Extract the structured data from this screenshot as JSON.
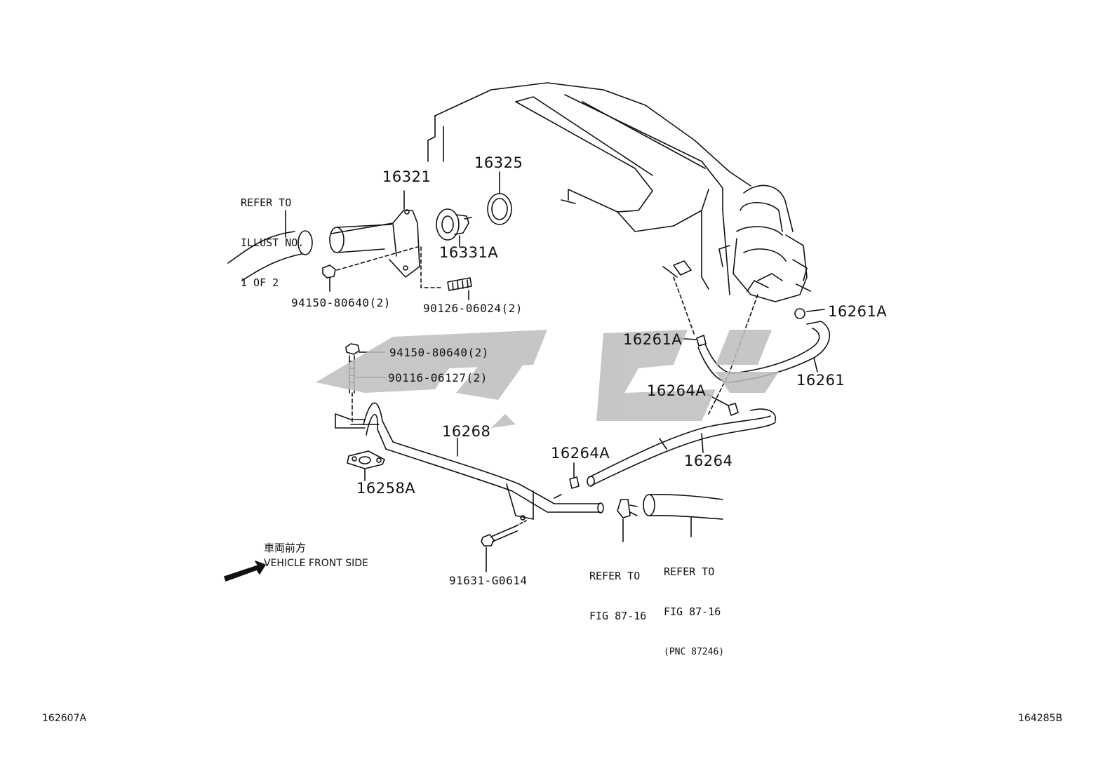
{
  "parts": {
    "p16321": "16321",
    "p16325": "16325",
    "p16331A": "16331A",
    "p94150_top": "94150-80640(2)",
    "p90126": "90126-06024(2)",
    "p16261A_right": "16261A",
    "p16261A_left": "16261A",
    "p16261": "16261",
    "p94150_mid": "94150-80640(2)",
    "p90116": "90116-06127(2)",
    "p16264A_upper": "16264A",
    "p16268": "16268",
    "p16264": "16264",
    "p16264A_lower": "16264A",
    "p16258A": "16258A",
    "p91631": "91631-G0614"
  },
  "notes": {
    "refer_illust": [
      "REFER TO",
      "ILLUST NO.",
      "1 OF 2"
    ],
    "refer_fig_a": [
      "REFER TO",
      "FIG 87-16"
    ],
    "refer_fig_b": [
      "REFER TO",
      "FIG 87-16",
      "(PNC 87246)"
    ],
    "front_jp": "車両前方",
    "front_en": "VEHICLE FRONT SIDE"
  },
  "footer": {
    "left_code": "162607A",
    "right_code": "164285B"
  },
  "colors": {
    "line": "#111111",
    "watermark": "#bdbdbd"
  }
}
